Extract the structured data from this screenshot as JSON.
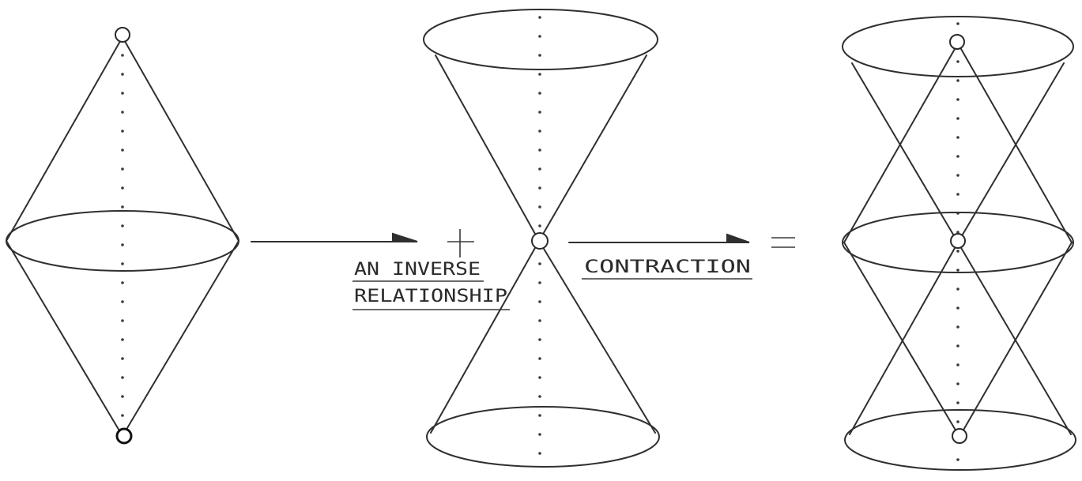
{
  "labels": {
    "plus": "+",
    "inverse_line1": "AN INVERSE",
    "inverse_line2": "RELATIONSHIP",
    "contraction": "CONTRACTION",
    "equals": "="
  },
  "colors": {
    "ink": "#2f2f2f",
    "paper": "#ffffff"
  }
}
